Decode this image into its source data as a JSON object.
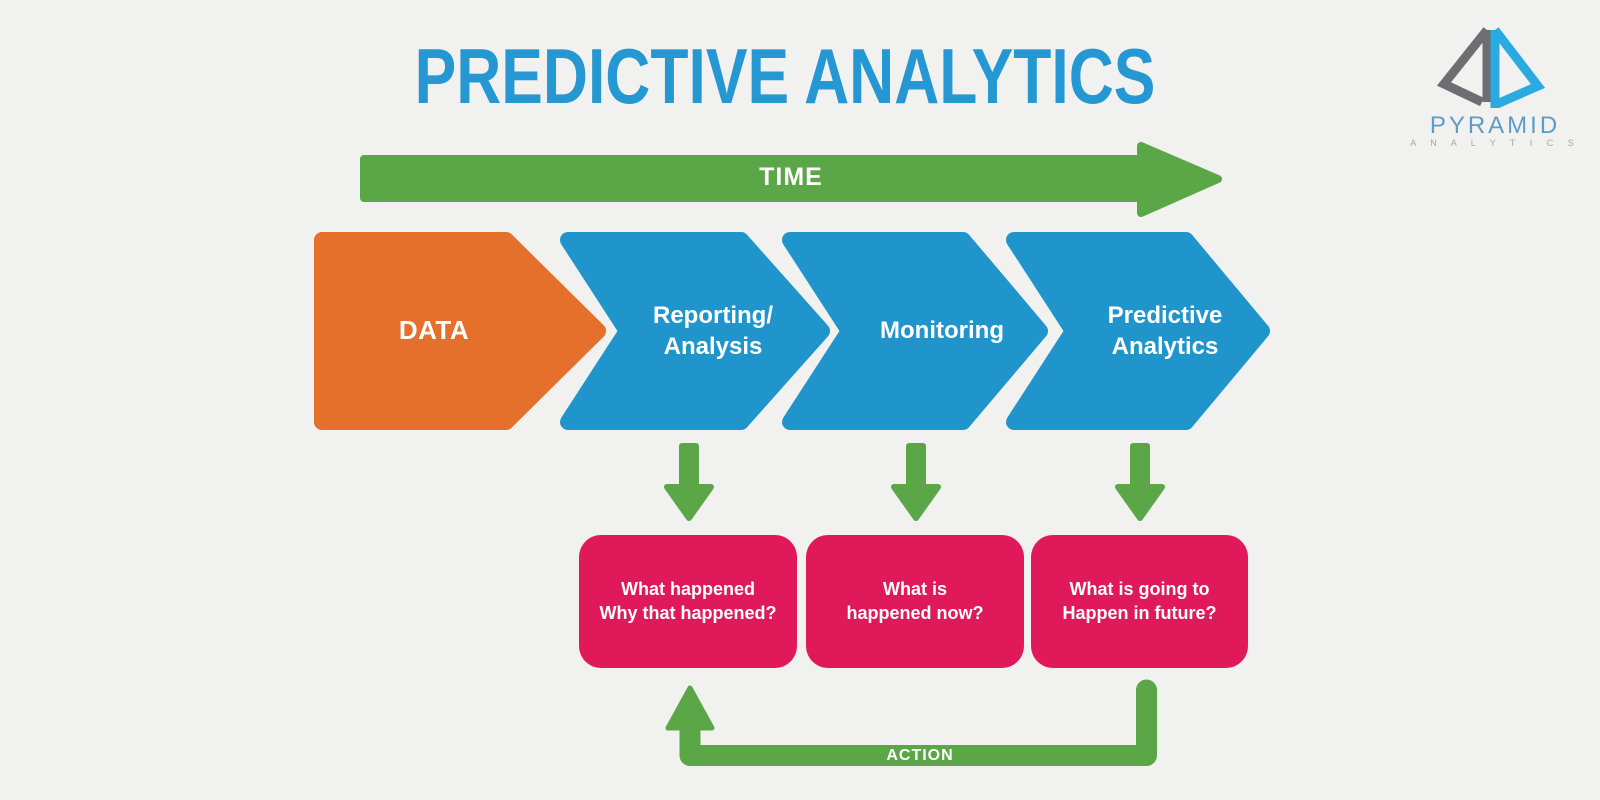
{
  "title": "PREDICTIVE ANALYTICS",
  "logo": {
    "name": "PYRAMID",
    "subtitle": "A N A L Y T I C S"
  },
  "time_arrow": {
    "label": "TIME"
  },
  "action_arrow": {
    "label": "ACTION"
  },
  "stages": [
    {
      "id": "data",
      "lines": [
        "DATA"
      ]
    },
    {
      "id": "reporting-analysis",
      "lines": [
        "Reporting/",
        "Analysis"
      ]
    },
    {
      "id": "monitoring",
      "lines": [
        "Monitoring"
      ]
    },
    {
      "id": "predictive-analytics",
      "lines": [
        "Predictive",
        "Analytics"
      ]
    }
  ],
  "questions": [
    {
      "lines": [
        "What happened",
        "Why that happened?"
      ]
    },
    {
      "lines": [
        "What is",
        "happened now?"
      ]
    },
    {
      "lines": [
        "What is going to",
        "Happen in future?"
      ]
    }
  ],
  "colors": {
    "background": "#f1f1ef",
    "title_blue": "#2598d3",
    "green": "#5ba647",
    "orange": "#e4702b",
    "chevron_blue": "#2095cb",
    "pink": "#e01a5a",
    "logo_gray": "#6d6e71",
    "logo_blue": "#29abe2",
    "white": "#ffffff"
  }
}
